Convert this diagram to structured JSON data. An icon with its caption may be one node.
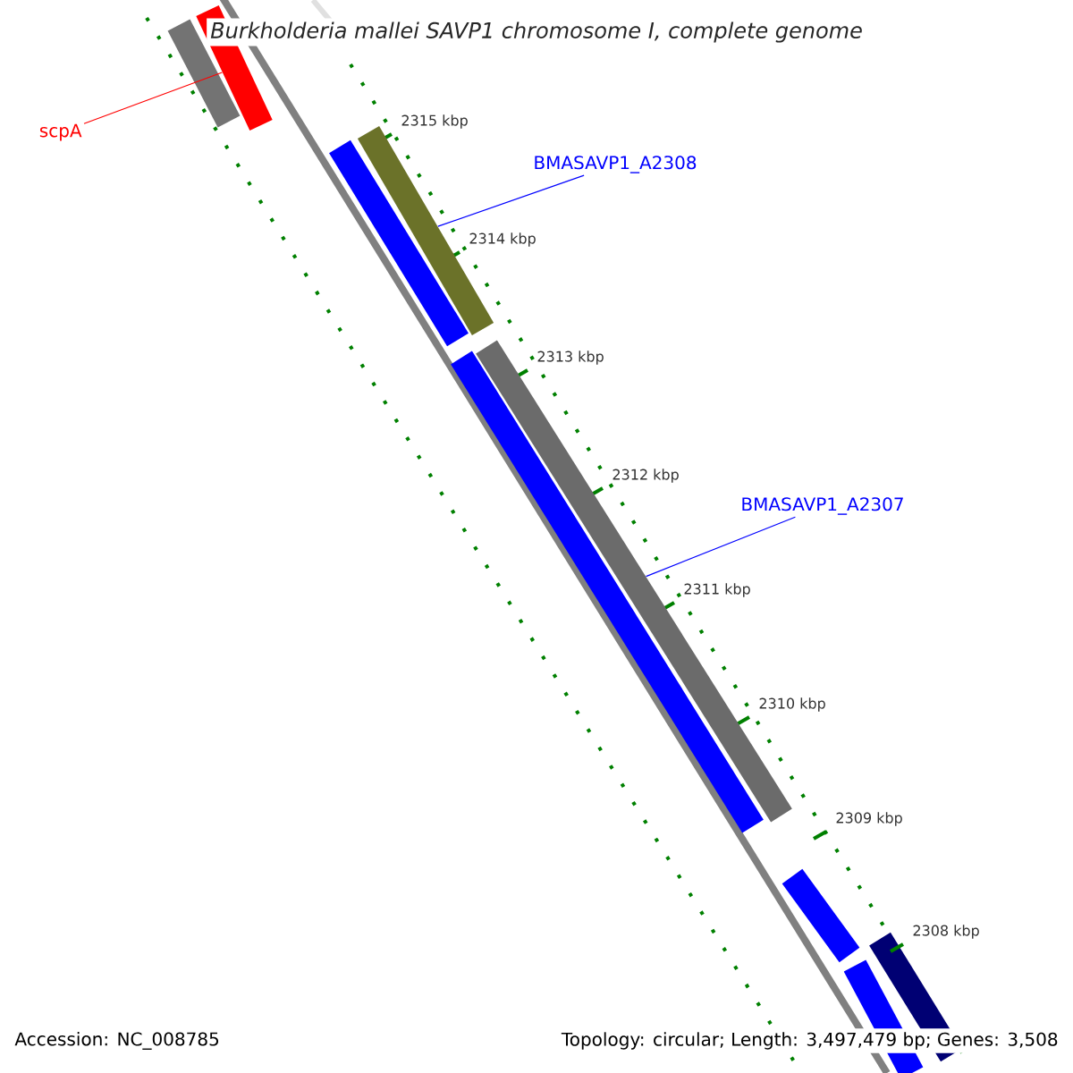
{
  "diagram": {
    "title": "Burkholderia mallei SAVP1 chromosome I, complete genome",
    "nodes": [
      {
        "text": [
          "scpA"
        ]
      },
      {
        "text": [],
        "shape": "bar"
      },
      {
        "text": [
          "BMASAVP1_A2308"
        ]
      },
      {
        "text": [],
        "shape": "bar"
      },
      {
        "text": [
          "BMASAVP1_A2307"
        ]
      },
      {
        "text": [],
        "shape": "bar"
      }
    ],
    "edges": [
      {
        "from": 0,
        "to": 1,
        "arrow": "none",
        "color": "#ff0000"
      },
      {
        "from": 2,
        "to": 3,
        "arrow": "none",
        "color": "#0000ff"
      },
      {
        "from": 4,
        "to": 5,
        "arrow": "none",
        "color": "#0000ff"
      }
    ],
    "labels": [
      "2315 kbp",
      "2314 kbp",
      "2313 kbp",
      "2312 kbp",
      "2311 kbp",
      "2310 kbp",
      "2309 kbp",
      "2308 kbp",
      "Accession: NC_008785",
      "Topology: circular; Length: 3,497,479 bp; Genes: 3,508"
    ]
  }
}
